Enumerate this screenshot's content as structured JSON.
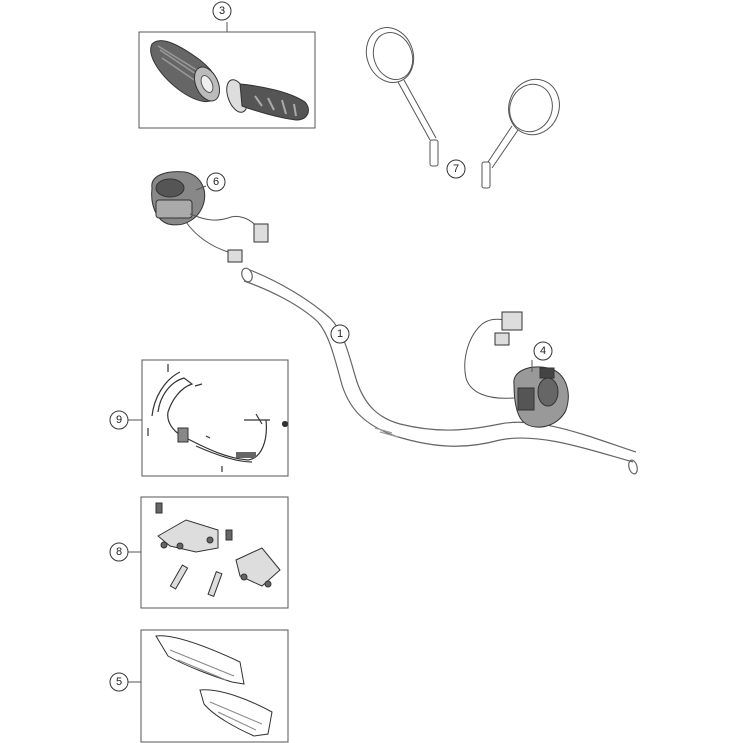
{
  "callouts": [
    {
      "id": "1",
      "label": "1"
    },
    {
      "id": "3",
      "label": "3"
    },
    {
      "id": "4",
      "label": "4"
    },
    {
      "id": "5",
      "label": "5"
    },
    {
      "id": "6",
      "label": "6"
    },
    {
      "id": "7",
      "label": "7"
    },
    {
      "id": "8",
      "label": "8"
    },
    {
      "id": "9",
      "label": "9"
    }
  ],
  "colors": {
    "line": "#555555",
    "dark": "#333333",
    "fill_light": "#eeeeee",
    "fill_mid": "#bbbbbb",
    "fill_dark": "#555555"
  }
}
